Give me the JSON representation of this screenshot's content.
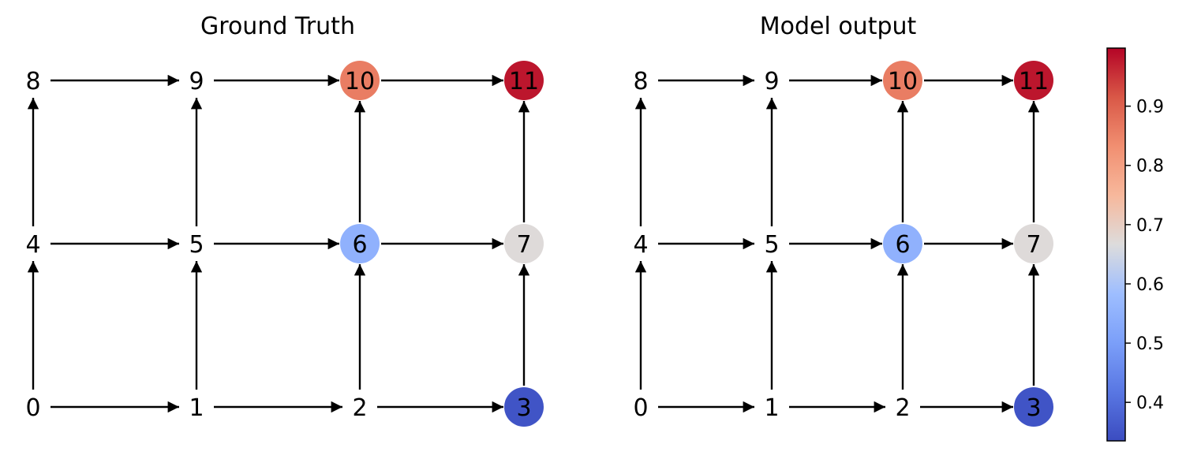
{
  "panels": [
    {
      "title": "Ground Truth",
      "nodes": [
        {
          "id": 0,
          "label": "0",
          "value": null
        },
        {
          "id": 1,
          "label": "1",
          "value": null
        },
        {
          "id": 2,
          "label": "2",
          "value": null
        },
        {
          "id": 3,
          "label": "3",
          "value": 0.35
        },
        {
          "id": 4,
          "label": "4",
          "value": null
        },
        {
          "id": 5,
          "label": "5",
          "value": null
        },
        {
          "id": 6,
          "label": "6",
          "value": 0.55
        },
        {
          "id": 7,
          "label": "7",
          "value": 0.67
        },
        {
          "id": 8,
          "label": "8",
          "value": null
        },
        {
          "id": 9,
          "label": "9",
          "value": null
        },
        {
          "id": 10,
          "label": "10",
          "value": 0.86
        },
        {
          "id": 11,
          "label": "11",
          "value": 0.98
        }
      ]
    },
    {
      "title": "Model output",
      "nodes": [
        {
          "id": 0,
          "label": "0",
          "value": null
        },
        {
          "id": 1,
          "label": "1",
          "value": null
        },
        {
          "id": 2,
          "label": "2",
          "value": null
        },
        {
          "id": 3,
          "label": "3",
          "value": 0.35
        },
        {
          "id": 4,
          "label": "4",
          "value": null
        },
        {
          "id": 5,
          "label": "5",
          "value": null
        },
        {
          "id": 6,
          "label": "6",
          "value": 0.55
        },
        {
          "id": 7,
          "label": "7",
          "value": 0.67
        },
        {
          "id": 8,
          "label": "8",
          "value": null
        },
        {
          "id": 9,
          "label": "9",
          "value": null
        },
        {
          "id": 10,
          "label": "10",
          "value": 0.86
        },
        {
          "id": 11,
          "label": "11",
          "value": 0.98
        }
      ]
    }
  ],
  "edges": [
    [
      0,
      1
    ],
    [
      1,
      2
    ],
    [
      2,
      3
    ],
    [
      4,
      5
    ],
    [
      5,
      6
    ],
    [
      6,
      7
    ],
    [
      8,
      9
    ],
    [
      9,
      10
    ],
    [
      10,
      11
    ],
    [
      0,
      4
    ],
    [
      4,
      8
    ],
    [
      1,
      5
    ],
    [
      5,
      9
    ],
    [
      2,
      6
    ],
    [
      6,
      10
    ],
    [
      3,
      7
    ],
    [
      7,
      11
    ]
  ],
  "colorbar": {
    "colormap": "coolwarm",
    "range": [
      0.335,
      0.998
    ],
    "ticks": [
      {
        "value": 0.4,
        "label": "0.4"
      },
      {
        "value": 0.5,
        "label": "0.5"
      },
      {
        "value": 0.6,
        "label": "0.6"
      },
      {
        "value": 0.7,
        "label": "0.7"
      },
      {
        "value": 0.8,
        "label": "0.8"
      },
      {
        "value": 0.9,
        "label": "0.9"
      }
    ]
  },
  "colors": {
    "node_outline": "#000000",
    "edge": "#000000",
    "cmap_low": "#3b4cc0",
    "cmap_mid": "#dddcdc",
    "cmap_high": "#b40426"
  }
}
